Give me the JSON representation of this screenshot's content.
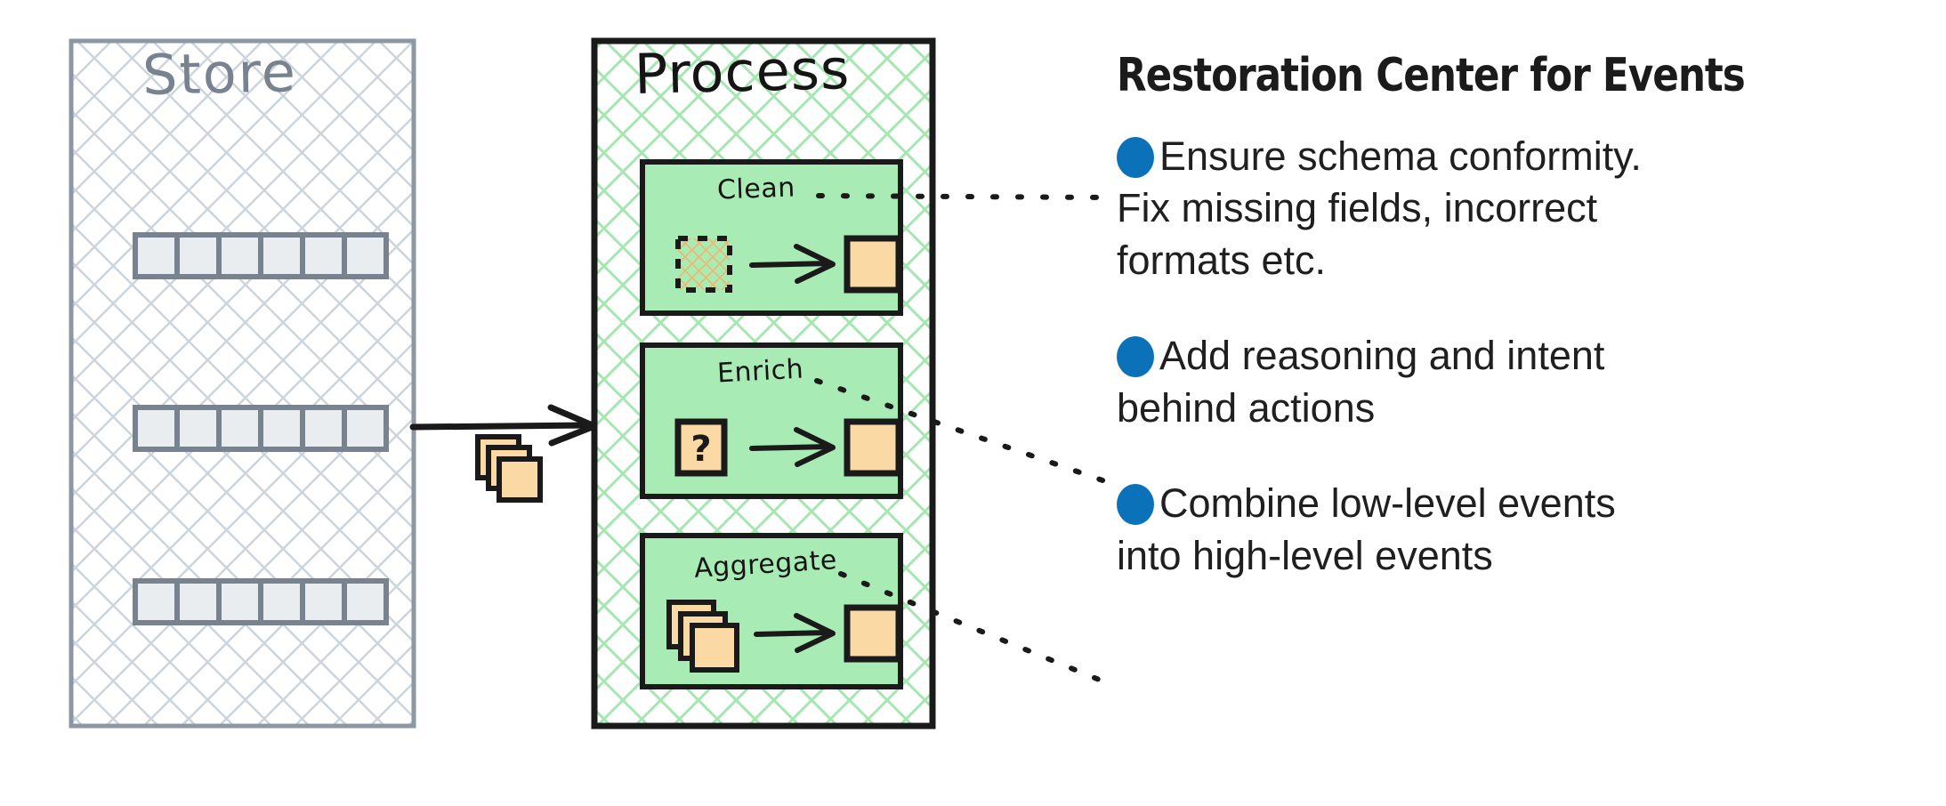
{
  "diagram": {
    "store": {
      "label": "Store",
      "label_color": "#78838f",
      "border_color": "#8b97a3",
      "row_count": 3,
      "cells_per_row": 6,
      "cell_fill": "#e9edf0",
      "cell_border": "#78838f"
    },
    "process": {
      "label": "Process",
      "label_color": "#151515",
      "border_color": "#1a1a1a",
      "hatch_color": "#a6e6b0",
      "step_fill": "#a8ebb4",
      "steps": [
        {
          "label": "Clean",
          "input_kind": "dirty-hatched-square",
          "output_kind": "solid-square"
        },
        {
          "label": "Enrich",
          "input_kind": "question-square",
          "output_kind": "solid-square"
        },
        {
          "label": "Aggregate",
          "input_kind": "stacked-squares",
          "output_kind": "solid-square"
        }
      ],
      "question_glyph": "?",
      "event_fill": "#fbd9a5",
      "event_border": "#1a1a1a"
    },
    "flow_arrow": {
      "from": "store",
      "to": "process",
      "badge_kind": "stacked-event-cards"
    }
  },
  "panel": {
    "title": "Restoration Center for Events",
    "bullet_color": "#0b72b9",
    "bullets": [
      {
        "lines": [
          "Ensure schema conformity.",
          "Fix missing fields, incorrect",
          "formats etc."
        ],
        "connects_to": "Clean"
      },
      {
        "lines": [
          "Add reasoning and intent",
          "behind actions"
        ],
        "connects_to": "Enrich"
      },
      {
        "lines": [
          "Combine low-level events",
          "into high-level events"
        ],
        "connects_to": "Aggregate"
      }
    ]
  }
}
